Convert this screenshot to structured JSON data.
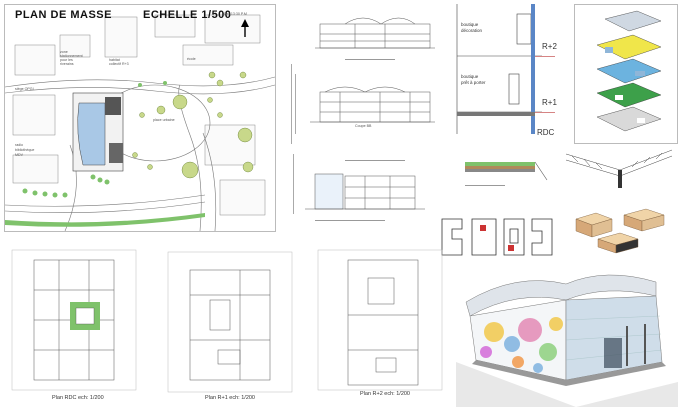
{
  "masse": {
    "title": "PLAN DE MASSE",
    "scale": "ECHELLE 1/500",
    "sun": "Avril 13:30 P.M",
    "labels": {
      "zone": "zone",
      "stationnement": "stationnement",
      "pour_les": "pour les",
      "riverains": "riverains",
      "habitat": "habitat",
      "collectif": "collectif R+3",
      "ecole": "école",
      "siege": "siège OPGI",
      "place": "place urbaine",
      "radio": "radio",
      "bibliotheque": "bibliothèque",
      "mdv": "MDV"
    }
  },
  "section_detail": {
    "boutique1": "boutique",
    "boutique1b": "décoration",
    "boutique2": "boutique",
    "boutique2b": "prêt à porter",
    "r2": "R+2",
    "r1": "R+1",
    "rdc": "RDC"
  },
  "plans": {
    "rdc": "Plan RDC  ech: 1/200",
    "r1": "Plan R+1  ech: 1/200",
    "r2": "Plan R+2  ech: 1/200"
  },
  "sections": {
    "coupe": "Coupe BB"
  },
  "colors": {
    "green": "#7fc26b",
    "tree": "#c8d88a",
    "water": "#a9c8e6",
    "roof": "#dfe4ea",
    "sand": "#e0bf93",
    "accent_blue": "#3a6fb0"
  }
}
